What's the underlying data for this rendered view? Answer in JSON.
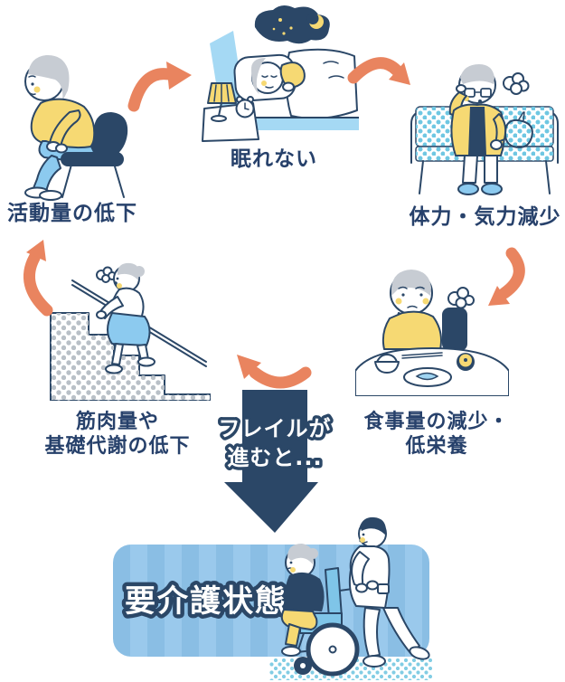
{
  "labels": {
    "activity": "活動量の低下",
    "sleepless": "眠れない",
    "stamina": "体力・気力減少",
    "meal_line1": "食事量の減少・",
    "meal_line2": "低栄養",
    "muscle_line1": "筋肉量や",
    "muscle_line2": "基礎代謝の低下",
    "frailty_line1": "フレイルが",
    "frailty_line2": "進むと...",
    "outcome": "要介護状態"
  },
  "colors": {
    "navy": "#2b4767",
    "text_navy": "#27416b",
    "orange": "#e9845f",
    "yellow": "#f6d973",
    "light_blue": "#8ccaef",
    "pale_blue": "#a5d9f4",
    "sky_blue": "#7fc5e8",
    "gray_hair": "#c7ccd3",
    "stripe_a": "#8abee4",
    "stripe_b": "#9ac9ec"
  }
}
